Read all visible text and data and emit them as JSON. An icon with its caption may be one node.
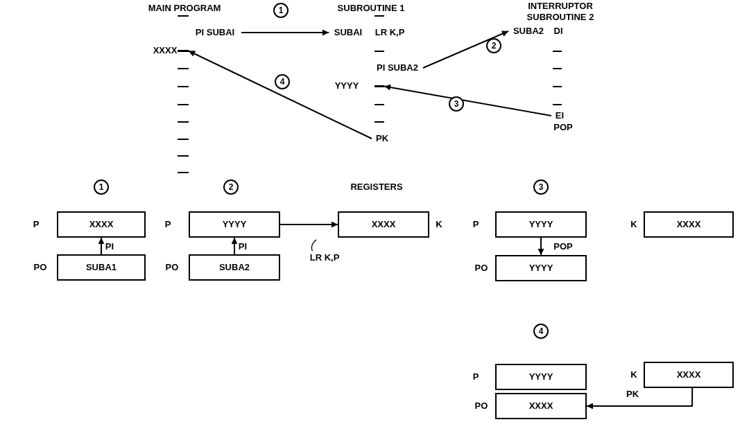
{
  "diagram": {
    "nodes": [
      {
        "text": [
          "PI SUBAI"
        ]
      },
      {
        "text": [
          "SUBAI"
        ]
      },
      {
        "text": [
          "PI SUBA2"
        ]
      },
      {
        "text": [
          "SUBA2"
        ]
      },
      {
        "text": [
          "EI"
        ]
      },
      {
        "text": [
          "PK"
        ]
      },
      {
        "text": [],
        "shape": "bar",
        "beside": [
          "XXXX"
        ]
      },
      {
        "text": [],
        "shape": "bar",
        "beside": [
          "YYYY"
        ]
      },
      {
        "text": [
          "XXXX"
        ],
        "beside": [
          "P"
        ]
      },
      {
        "text": [
          "SUBA1"
        ],
        "beside": [
          "PO"
        ]
      },
      {
        "text": [
          "YYYY"
        ],
        "beside": [
          "P"
        ]
      },
      {
        "text": [
          "SUBA2"
        ],
        "beside": [
          "PO"
        ]
      },
      {
        "text": [
          "XXXX"
        ],
        "beside": [
          "K"
        ]
      },
      {
        "text": [
          "YYYY"
        ],
        "beside": [
          "P"
        ]
      },
      {
        "text": [
          "YYYY"
        ],
        "beside": [
          "PO"
        ]
      },
      {
        "text": [
          "XXXX"
        ],
        "beside": [
          "K"
        ]
      },
      {
        "text": [
          "YYYY"
        ],
        "beside": [
          "P"
        ]
      },
      {
        "text": [
          "XXXX"
        ],
        "beside": [
          "K"
        ]
      },
      {
        "text": [
          "XXXX"
        ],
        "beside": [
          "PO"
        ]
      }
    ],
    "edges": [
      {
        "from": 0,
        "to": 1,
        "arrow": "to",
        "label": "1"
      },
      {
        "from": 2,
        "to": 3,
        "arrow": "to",
        "label": "2"
      },
      {
        "from": 4,
        "to": 7,
        "arrow": "to",
        "label": "3"
      },
      {
        "from": 5,
        "to": 6,
        "arrow": "to",
        "label": "4"
      },
      {
        "from": 9,
        "to": 8,
        "arrow": "to",
        "label": "PI"
      },
      {
        "from": 11,
        "to": 10,
        "arrow": "to",
        "label": "PI"
      },
      {
        "from": 10,
        "to": 12,
        "arrow": "to",
        "label": "LR K,P"
      },
      {
        "from": 13,
        "to": 14,
        "arrow": "to",
        "label": "POP"
      },
      {
        "from": 17,
        "to": 18,
        "arrow": "to",
        "label": "PK"
      }
    ],
    "labels": [
      "MAIN PROGRAM",
      "SUBROUTINE 1",
      "INTERRUPTOR SUBROUTINE 2",
      "LR K,P",
      "DI",
      "POP",
      "1",
      "2",
      "REGISTERS",
      "3",
      "4"
    ]
  }
}
